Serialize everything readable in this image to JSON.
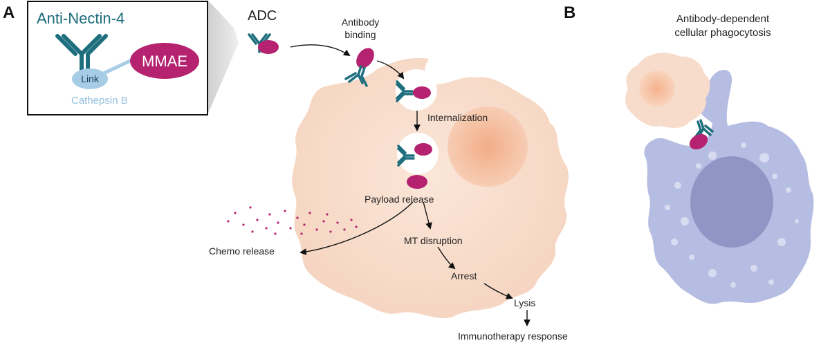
{
  "panels": {
    "a": "A",
    "b": "B"
  },
  "inset": {
    "title": "Anti-Nectin-4",
    "payload": "MMAE",
    "linker": "Link",
    "enzyme": "Cathepsin B"
  },
  "labels": {
    "adc": "ADC",
    "binding_line1": "Antibody",
    "binding_line2": "binding",
    "internalization": "Internalization",
    "payload_release": "Payload release",
    "chemo_release": "Chemo release",
    "mt_disruption": "MT disruption",
    "arrest": "Arrest",
    "lysis": "Lysis",
    "immunotherapy": "Immunotherapy response",
    "adcp_line1": "Antibody-dependent",
    "adcp_line2": "cellular phagocytosis"
  },
  "colors": {
    "antibody": "#1e6e7e",
    "payload": "#b5226f",
    "linker": "#a7cce6",
    "enzyme_text": "#93c0de",
    "tumor_cell": "#f7dccb",
    "tumor_nucleus": "#f2b493",
    "macrophage": "#b2b9df",
    "macrophage_nucleus": "#8b91c1",
    "title_teal": "#1b6b7a"
  }
}
